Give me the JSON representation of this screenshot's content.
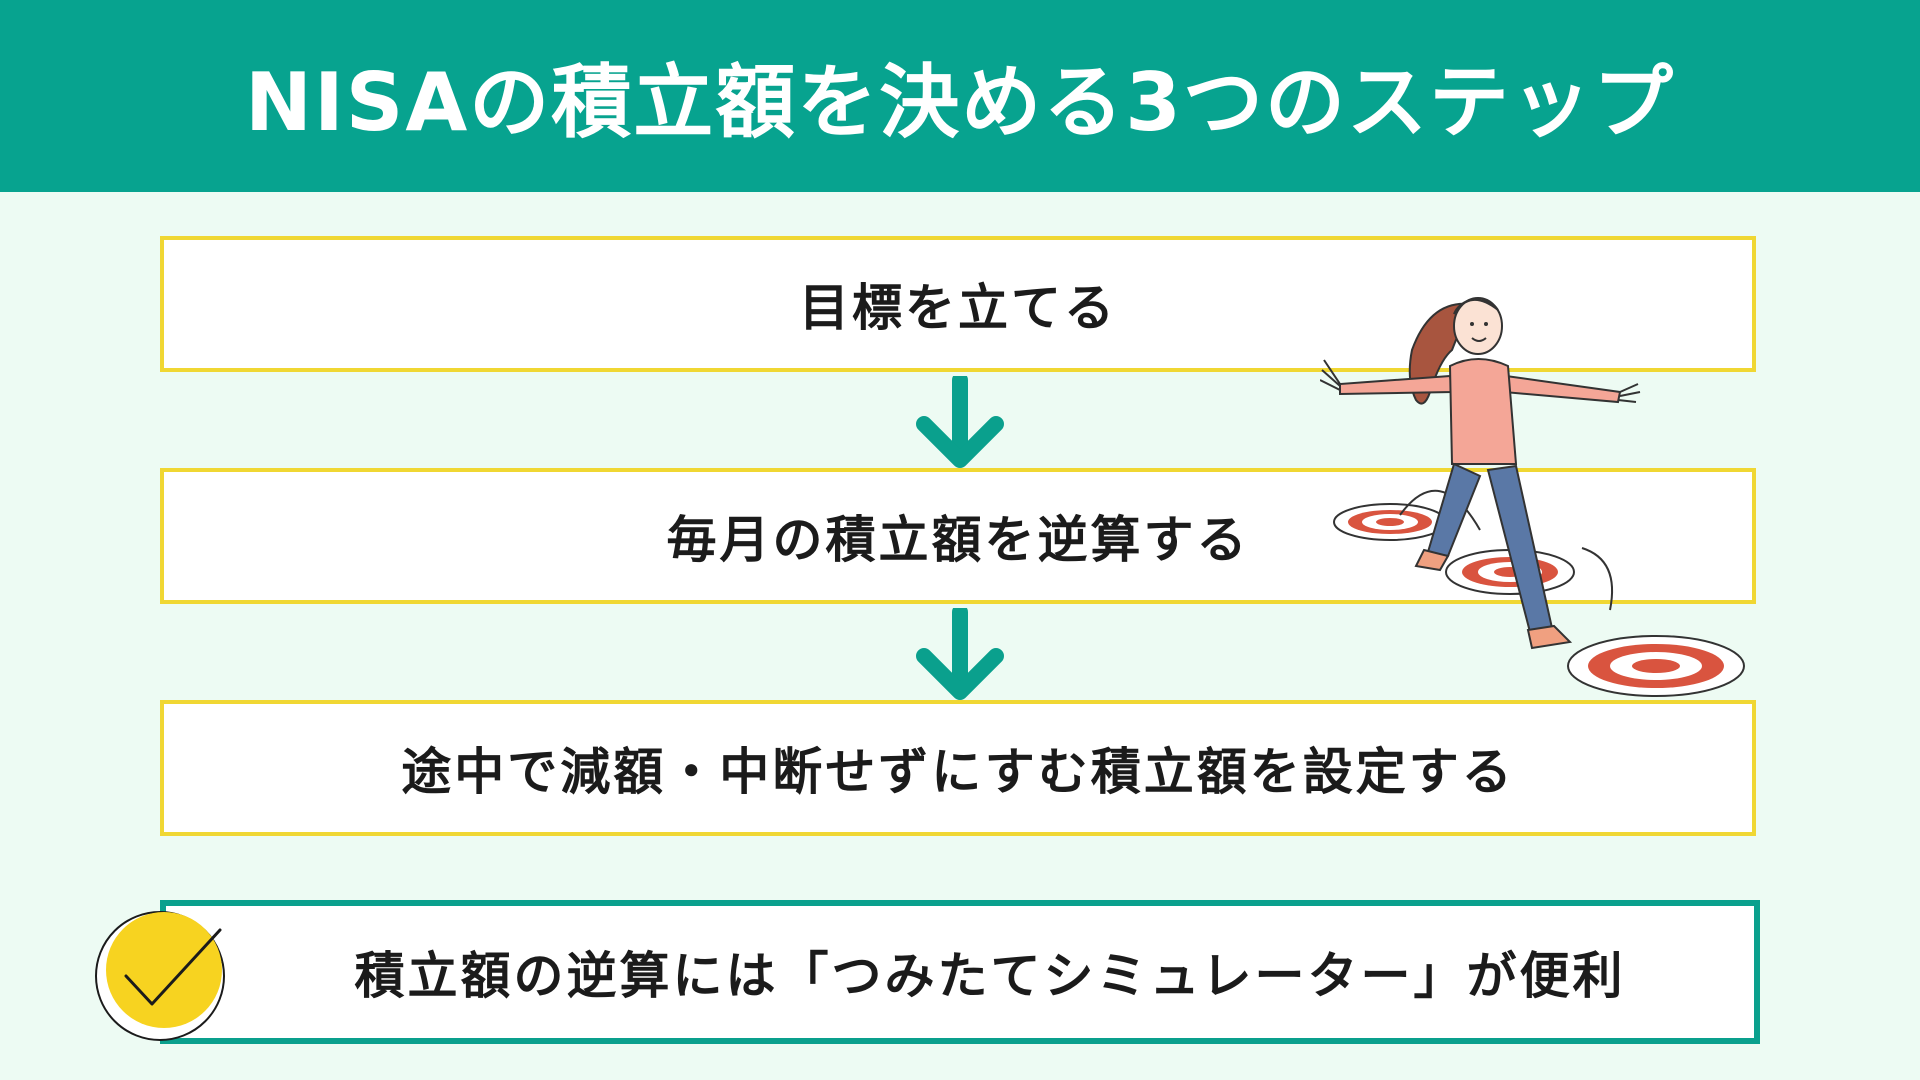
{
  "header": {
    "title": "NISAの積立額を決める3つのステップ"
  },
  "steps": [
    {
      "label": "目標を立てる"
    },
    {
      "label": "毎月の積立額を逆算する"
    },
    {
      "label": "途中で減額・中断せずにすむ積立額を設定する"
    }
  ],
  "tip": {
    "text": "積立額の逆算には「つみたてシミュレーター」が便利"
  },
  "icons": {
    "arrow": "arrow-down-icon",
    "check": "check-circle-icon",
    "illustration": "woman-jumping-targets-illustration"
  },
  "colors": {
    "header_bg": "#07a38f",
    "page_bg": "#edfbf3",
    "step_border": "#f0d733",
    "arrow": "#0aa08d",
    "tip_border": "#0aa08d",
    "check_fill": "#f7d320",
    "target_red": "#d9543f",
    "shirt": "#f4a697",
    "pants": "#5a78a6",
    "hair": "#a8553f"
  }
}
